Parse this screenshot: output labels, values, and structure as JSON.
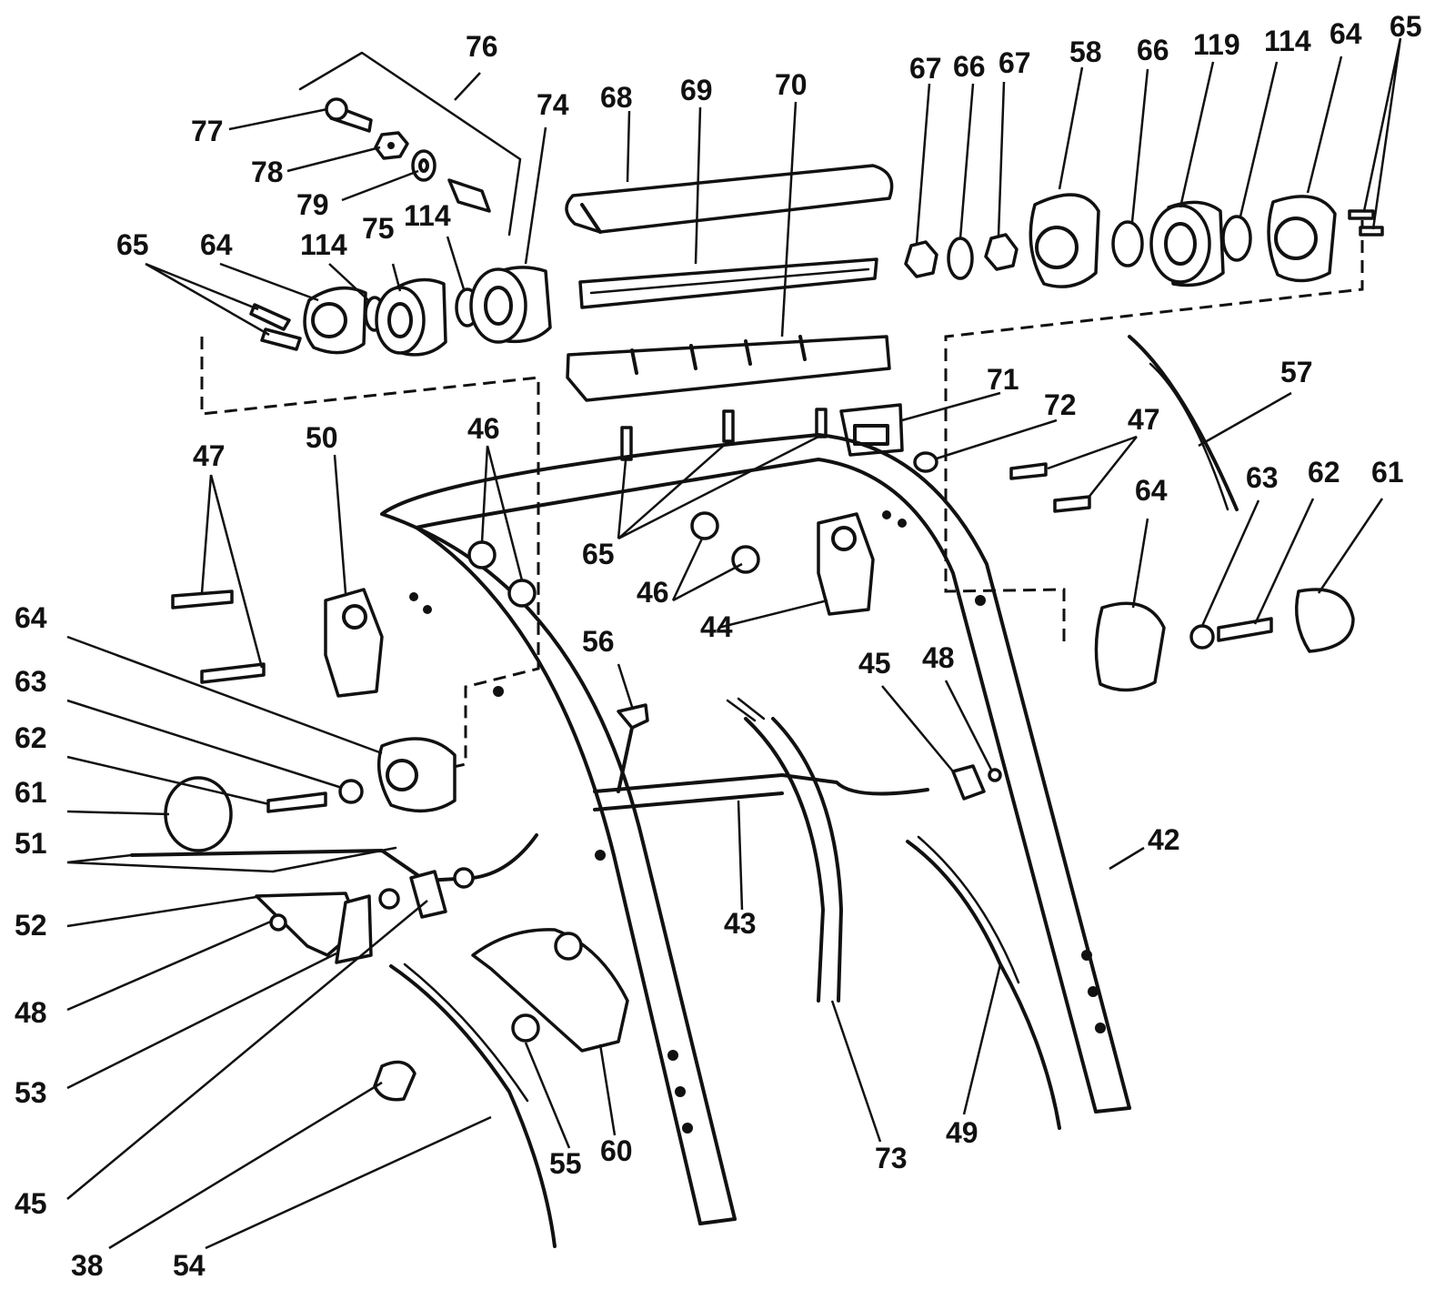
{
  "diagram": {
    "callouts": {
      "c76": "76",
      "c77": "77",
      "c78": "78",
      "c79": "79",
      "c74": "74",
      "c65a": "65",
      "c64a": "64",
      "c114a": "114",
      "c75": "75",
      "c114b": "114",
      "c68": "68",
      "c69": "69",
      "c70": "70",
      "c67a": "67",
      "c66a": "66",
      "c67b": "67",
      "c58": "58",
      "c66b": "66",
      "c119": "119",
      "c114c": "114",
      "c64b": "64",
      "c65b": "65",
      "c71": "71",
      "c72": "72",
      "c47a": "47",
      "c57": "57",
      "c47b": "47",
      "c50": "50",
      "c46a": "46",
      "c65c": "65",
      "c46b": "46",
      "c44": "44",
      "c64c": "64",
      "c63a": "63",
      "c62a": "62",
      "c61a": "61",
      "c64d": "64",
      "c63b": "63",
      "c62b": "62",
      "c61b": "61",
      "c56": "56",
      "c45a": "45",
      "c48a": "48",
      "c42": "42",
      "c43": "43",
      "c51": "51",
      "c52": "52",
      "c48b": "48",
      "c53": "53",
      "c45b": "45",
      "c38": "38",
      "c54": "54",
      "c55": "55",
      "c60": "60",
      "c73": "73",
      "c49": "49"
    }
  }
}
